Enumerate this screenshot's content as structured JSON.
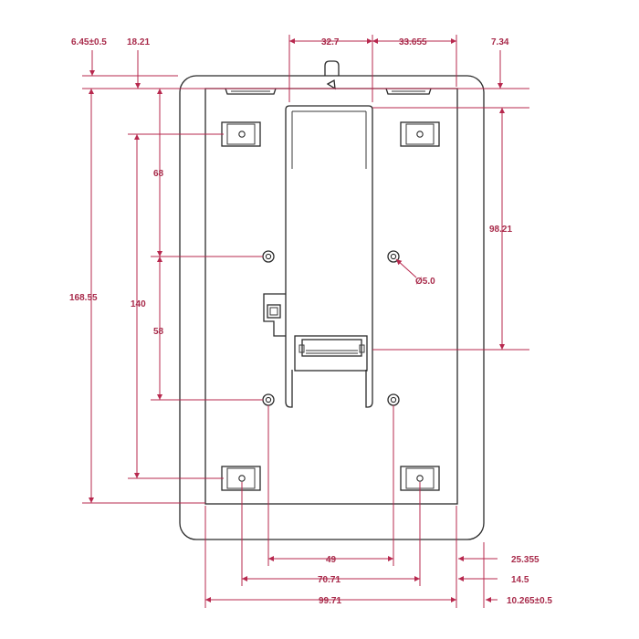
{
  "drawing": {
    "line_color": "#2b2b2b",
    "dimension_color": "#a82a4a",
    "dimensions": {
      "top_left_offset": "6.45±0.5",
      "top_bezel_height": "18.21",
      "center_slot_width": "32.7",
      "right_channel_width": "33.655",
      "top_right_offset": "7.34",
      "upper_foot_to_screw": "68",
      "total_height": "168.55",
      "foot_spacing_vertical": "140",
      "lower_screw_span": "58",
      "right_vertical_span": "98.21",
      "hole_diameter": "Ø5.0",
      "screw_spacing_horizontal": "49",
      "foot_spacing_horizontal": "70.71",
      "total_width": "99.71",
      "right_offset_large": "25.355",
      "right_offset_medium": "14.5",
      "right_offset_small": "10.265±0.5"
    }
  }
}
